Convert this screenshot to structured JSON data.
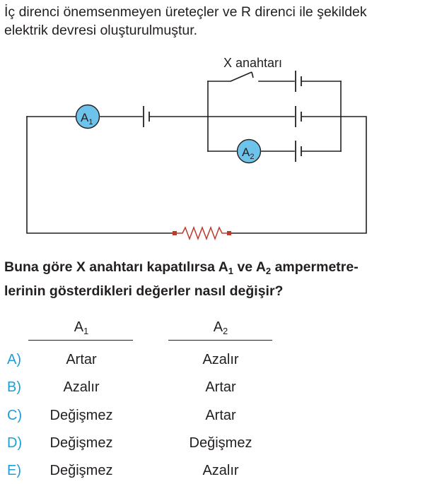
{
  "intro": {
    "line1": "İç direnci önemsenmeyen üreteçler ve R direnci ile şekildek",
    "line2": "elektrik devresi oluşturulmuştur."
  },
  "circuit": {
    "switch_label": "X anahtarı",
    "ammeter1": {
      "letter": "A",
      "sub": "1"
    },
    "ammeter2": {
      "letter": "A",
      "sub": "2"
    },
    "ammeter_fill": "#6ec3ea",
    "resistor_color": "#c0392b"
  },
  "question": {
    "line1_a": "Buna göre X anahtarı kapatılırsa A",
    "sub1": "1",
    "line1_b": " ve A",
    "sub2": "2",
    "line1_c": " ampermetre-",
    "line2": "lerinin gösterdikleri değerler nasıl değişir?"
  },
  "answers": {
    "col1_head": {
      "letter": "A",
      "sub": "1"
    },
    "col2_head": {
      "letter": "A",
      "sub": "2"
    },
    "letter_color": "#1e9ed8",
    "options": [
      {
        "letter": "A)",
        "a1": "Artar",
        "a2": "Azalır"
      },
      {
        "letter": "B)",
        "a1": "Azalır",
        "a2": "Artar"
      },
      {
        "letter": "C)",
        "a1": "Değişmez",
        "a2": "Artar"
      },
      {
        "letter": "D)",
        "a1": "Değişmez",
        "a2": "Değişmez"
      },
      {
        "letter": "E)",
        "a1": "Değişmez",
        "a2": "Azalır"
      }
    ]
  }
}
